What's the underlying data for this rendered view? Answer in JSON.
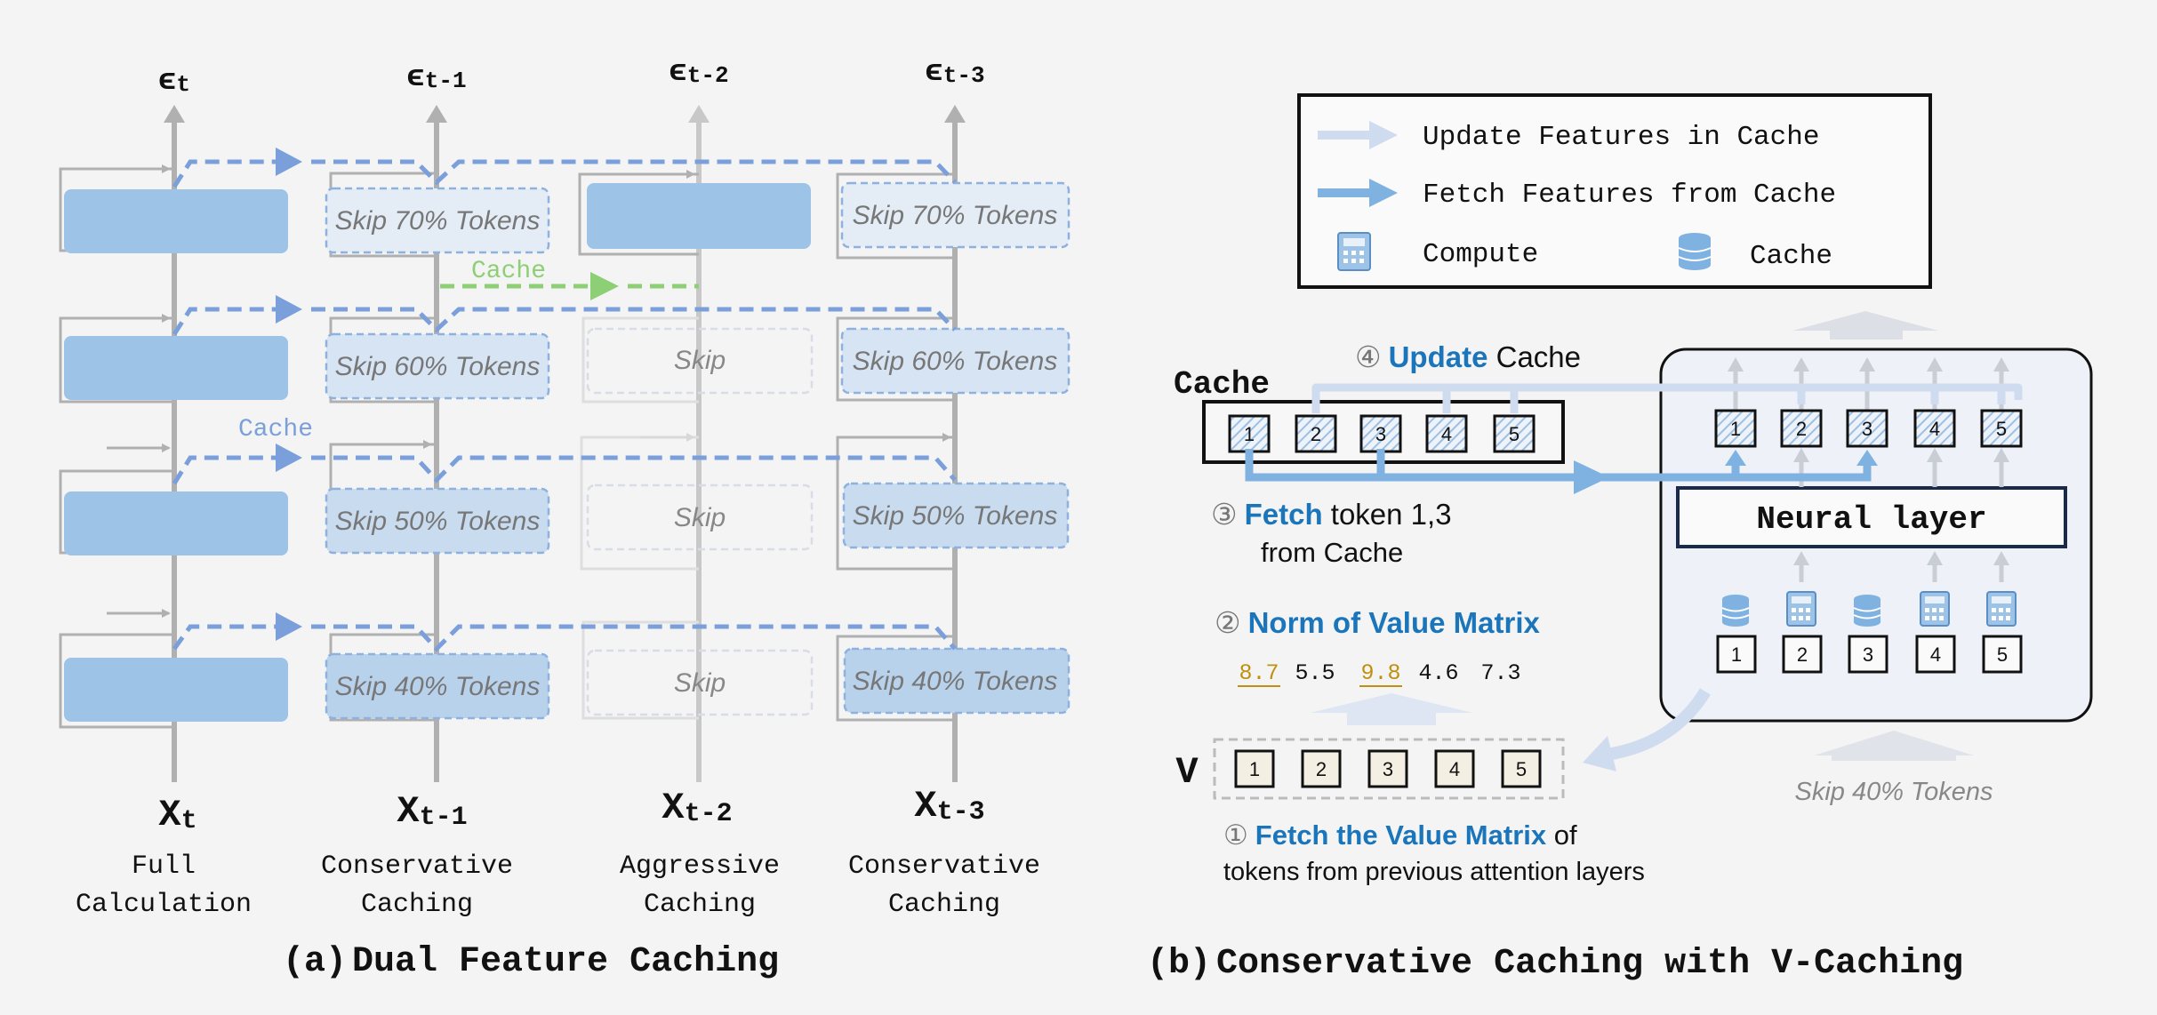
{
  "panel_a": {
    "eps_labels": [
      "ϵ",
      "ϵ",
      "ϵ",
      "ϵ"
    ],
    "eps_subs": [
      "t",
      "t-1",
      "t-2",
      "t-3"
    ],
    "x_labels": [
      "X",
      "X",
      "X",
      "X"
    ],
    "x_subs": [
      "t",
      "t-1",
      "t-2",
      "t-3"
    ],
    "col_captions": [
      [
        "Full",
        "Calculation"
      ],
      [
        "Conservative",
        "Caching"
      ],
      [
        "Aggressive",
        "Caching"
      ],
      [
        "Conservative",
        "Caching"
      ]
    ],
    "conservative_skips": [
      "Skip 70% Tokens",
      "Skip 60% Tokens",
      "Skip 50% Tokens",
      "Skip 40% Tokens"
    ],
    "aggressive_skips": [
      "Skip",
      "Skip",
      "Skip"
    ],
    "cache_label_green": "Cache",
    "cache_label_blue": "Cache",
    "caption_prefix": "(a)",
    "caption": "Dual Feature Caching"
  },
  "panel_b": {
    "legend": {
      "update": "Update Features in Cache",
      "fetch": "Fetch Features from Cache",
      "compute": "Compute",
      "cache": "Cache"
    },
    "cache_title": "Cache",
    "cache_tokens": [
      "1",
      "2",
      "3",
      "4",
      "5"
    ],
    "neural_tokens_top": [
      "1",
      "2",
      "3",
      "4",
      "5"
    ],
    "neural_layer": "Neural layer",
    "neural_tokens_bottom": [
      "1",
      "2",
      "3",
      "4",
      "5"
    ],
    "step4_num": "④",
    "step4_key": "Update",
    "step4_rest": " Cache",
    "step3_num": "③",
    "step3_key": "Fetch",
    "step3_rest": " token 1,3",
    "step3_line2": "from Cache",
    "step2_num": "②",
    "step2_key": "Norm of Value Matrix",
    "norms": [
      "8.7",
      "5.5",
      "9.8",
      "4.6",
      "7.3"
    ],
    "v_label": "V",
    "v_tokens": [
      "1",
      "2",
      "3",
      "4",
      "5"
    ],
    "step1_num": "①",
    "step1_key": "Fetch the Value Matrix",
    "step1_rest": " of",
    "step1_line2": "tokens from previous attention layers",
    "skip_label": "Skip 40% Tokens",
    "caption_prefix": "(b)",
    "caption": "Conservative Caching with V-Caching"
  },
  "colors": {
    "blue_block": "#9dc3e6",
    "dashed_blue": "#7a9fdb",
    "green": "#8ccf75",
    "gray_line": "#b0b0b0",
    "accent_blue": "#1b75bb",
    "highlight_gold": "#c09010"
  }
}
